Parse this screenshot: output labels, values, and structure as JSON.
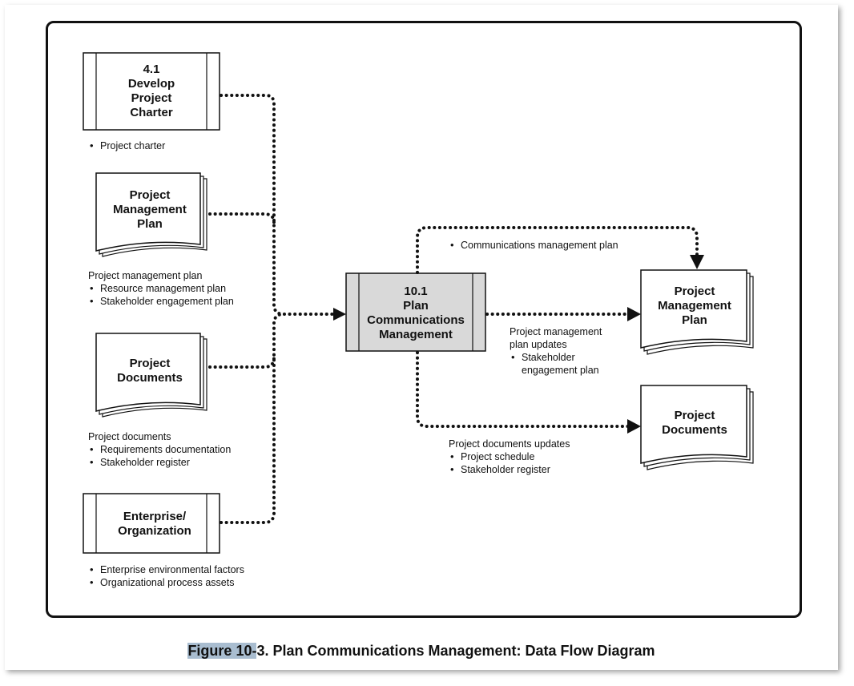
{
  "processes": {
    "develop_charter": {
      "id": "4.1",
      "lines": [
        "Develop",
        "Project",
        "Charter"
      ]
    },
    "plan_comms": {
      "id": "10.1",
      "lines": [
        "Plan",
        "Communications",
        "Management"
      ]
    },
    "enterprise": {
      "lines": [
        "Enterprise/",
        "Organization"
      ]
    }
  },
  "documents": {
    "pmp_input": {
      "lines": [
        "Project",
        "Management",
        "Plan"
      ]
    },
    "project_docs_input": {
      "lines": [
        "Project",
        "Documents"
      ]
    },
    "pmp_output": {
      "lines": [
        "Project",
        "Management",
        "Plan"
      ]
    },
    "project_docs_output": {
      "lines": [
        "Project",
        "Documents"
      ]
    }
  },
  "notes": {
    "charter": {
      "items": [
        "Project charter"
      ]
    },
    "pmp": {
      "heading": "Project management plan",
      "items": [
        "Resource management plan",
        "Stakeholder engagement plan"
      ]
    },
    "docs": {
      "heading": "Project documents",
      "items": [
        "Requirements documentation",
        "Stakeholder register"
      ]
    },
    "eef": {
      "items": [
        "Enterprise environmental factors",
        "Organizational process assets"
      ]
    },
    "comm_plan": {
      "items": [
        "Communications management plan"
      ]
    },
    "pmp_updates": {
      "heading1": "Project management",
      "heading2": "plan updates",
      "item1": "Stakeholder",
      "item2": "engagement plan"
    },
    "doc_updates": {
      "heading": "Project documents updates",
      "items": [
        "Project schedule",
        "Stakeholder register"
      ]
    }
  },
  "caption": {
    "highlight": "Figure 10-",
    "rest": "3. Plan Communications Management: Data Flow Diagram"
  },
  "colors": {
    "process_fill": "#d9d9d9",
    "border": "#111111",
    "caption_highlight": "#a9bdd0"
  }
}
